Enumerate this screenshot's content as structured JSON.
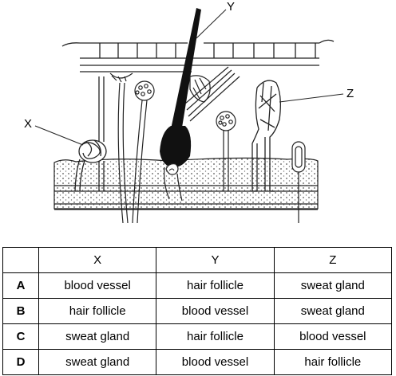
{
  "diagram": {
    "labels": {
      "x": "X",
      "y": "Y",
      "z": "Z"
    }
  },
  "table": {
    "headers": [
      "X",
      "Y",
      "Z"
    ],
    "rows": [
      {
        "key": "A",
        "cells": [
          "blood vessel",
          "hair follicle",
          "sweat gland"
        ]
      },
      {
        "key": "B",
        "cells": [
          "hair follicle",
          "blood vessel",
          "sweat gland"
        ]
      },
      {
        "key": "C",
        "cells": [
          "sweat gland",
          "hair follicle",
          "blood vessel"
        ]
      },
      {
        "key": "D",
        "cells": [
          "sweat gland",
          "blood vessel",
          "hair follicle"
        ]
      }
    ]
  }
}
